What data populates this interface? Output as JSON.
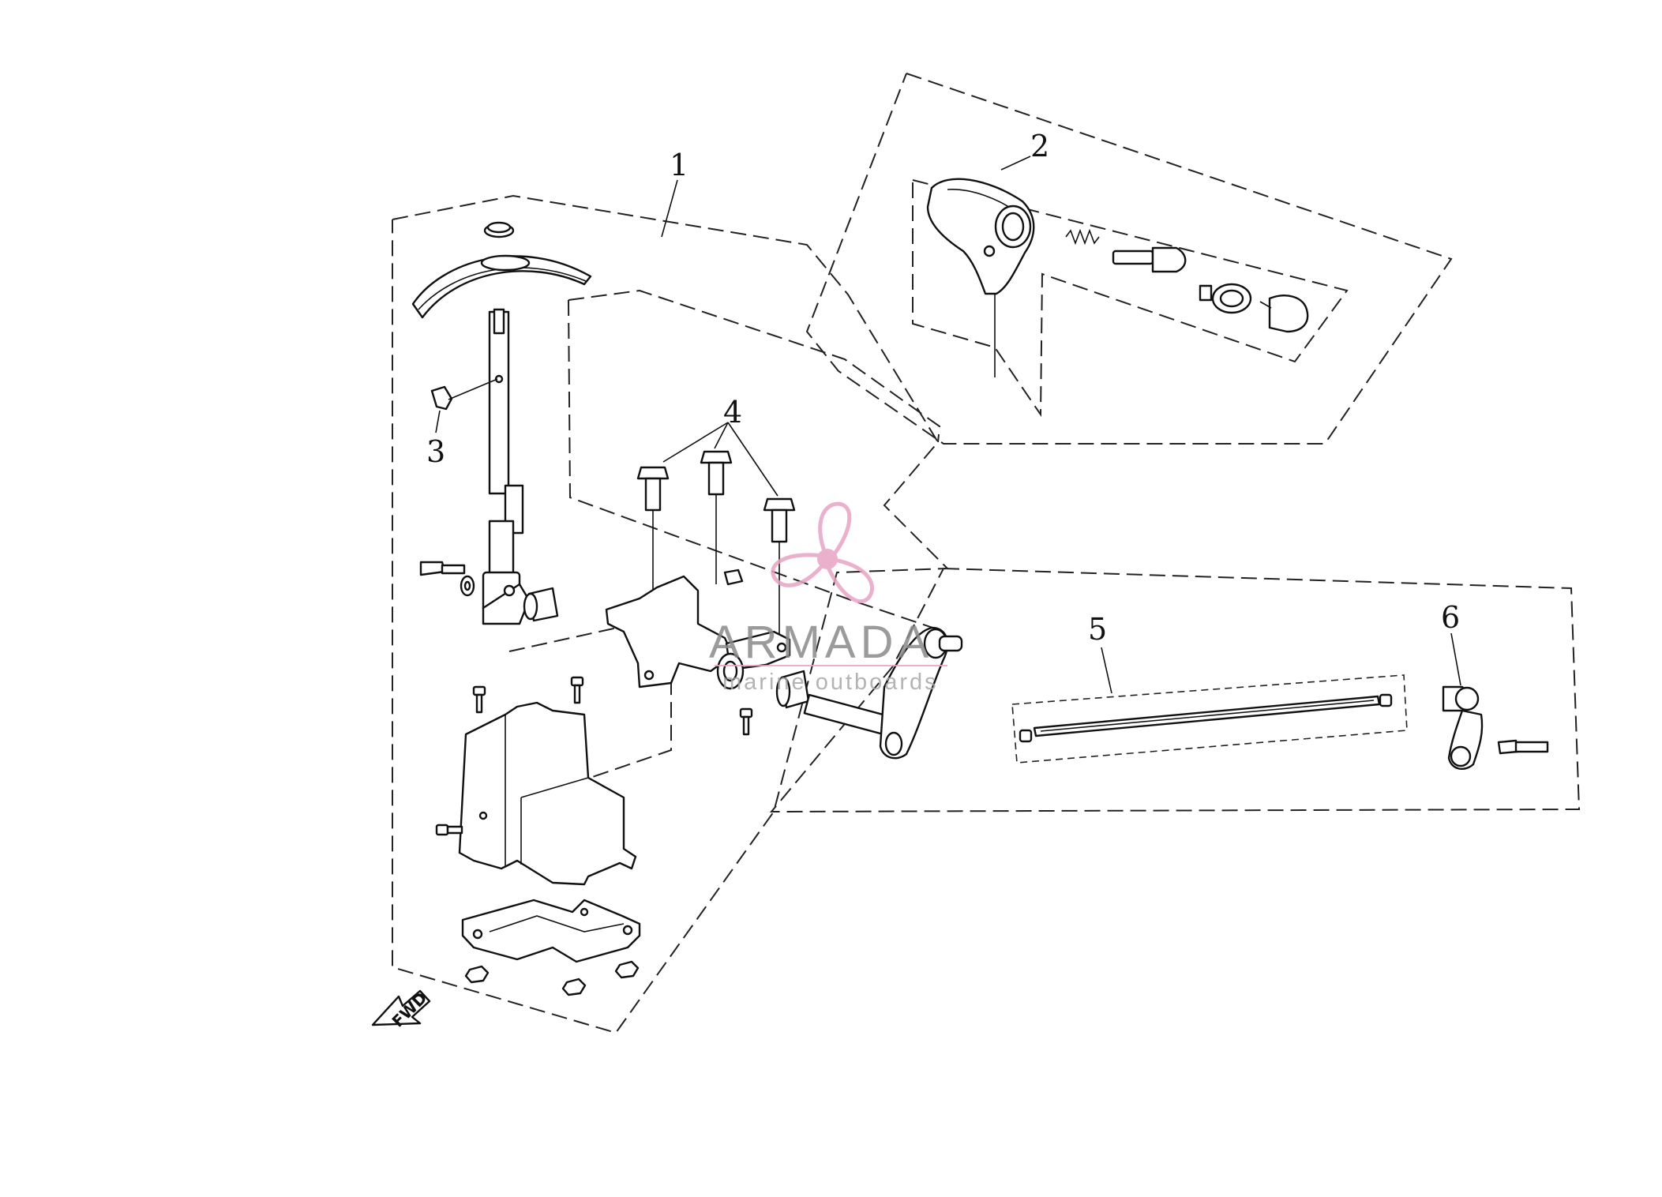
{
  "callouts": [
    {
      "label": "1"
    },
    {
      "label": "2"
    },
    {
      "label": "3"
    },
    {
      "label": "4"
    },
    {
      "label": "5"
    },
    {
      "label": "6"
    }
  ],
  "watermark": {
    "title": "ARMADA",
    "subtitle": "marine outboards",
    "logo_icon": "propeller-logo-icon",
    "logo_color": "#e8a3c3"
  },
  "direction_marker": {
    "label": "FWD",
    "icon": "forward-arrow-icon"
  }
}
